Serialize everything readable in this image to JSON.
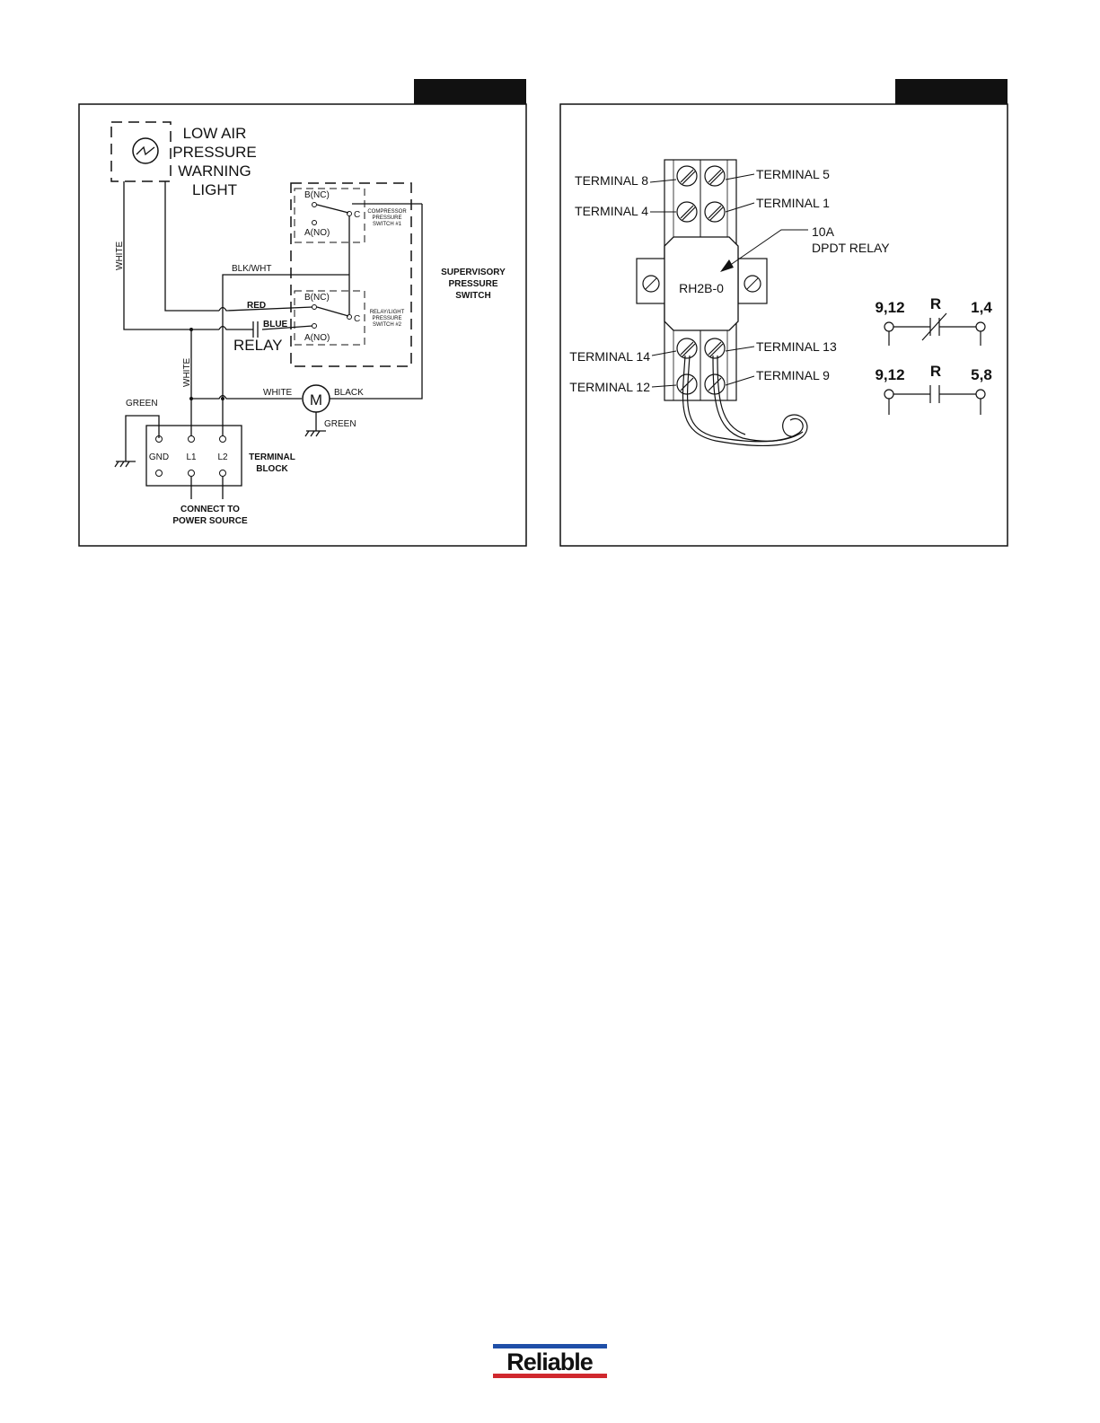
{
  "wiring": {
    "light_l1": "LOW AIR",
    "light_l2": "PRESSURE",
    "light_l3": "WARNING",
    "light_l4": "LIGHT",
    "white_vertical": "WHITE",
    "white_vertical2": "WHITE",
    "bnc1": "B(NC)",
    "ano1": "A(NO)",
    "c1": "C",
    "cps_l1": "COMPRESSOR",
    "cps_l2": "PRESSURE",
    "cps_l3": "SWITCH #1",
    "bnc2": "B(NC)",
    "ano2": "A(NO)",
    "c2": "C",
    "rls_l1": "RELAY/LIGHT",
    "rls_l2": "PRESSURE",
    "rls_l3": "SWITCH #2",
    "sup_l1": "SUPERVISORY",
    "sup_l2": "PRESSURE",
    "sup_l3": "SWITCH",
    "blkwht": "BLK/WHT",
    "red": "RED",
    "blue": "BLUE",
    "relay": "RELAY",
    "white_h": "WHITE",
    "black": "BLACK",
    "motor": "M",
    "green_motor": "GREEN",
    "green_left": "GREEN",
    "gnd": "GND",
    "l1": "L1",
    "l2": "L2",
    "tb_l1": "TERMINAL",
    "tb_l2": "BLOCK",
    "conn_l1": "CONNECT TO",
    "conn_l2": "POWER SOURCE"
  },
  "relay_panel": {
    "t8": "TERMINAL 8",
    "t4": "TERMINAL 4",
    "t5": "TERMINAL 5",
    "t1": "TERMINAL 1",
    "t14": "TERMINAL 14",
    "t12": "TERMINAL 12",
    "t13": "TERMINAL 13",
    "t9": "TERMINAL 9",
    "relay_l1": "10A",
    "relay_l2": "DPDT RELAY",
    "model": "RH2B-0",
    "sym1_left": "9,12",
    "sym1_mid": "R",
    "sym1_right": "1,4",
    "sym2_left": "9,12",
    "sym2_mid": "R",
    "sym2_right": "5,8"
  },
  "footer": {
    "logo": "Reliable"
  },
  "colors": {
    "logo_blue": "#1f4fa8",
    "logo_red": "#d0282e",
    "ink": "#111111"
  }
}
